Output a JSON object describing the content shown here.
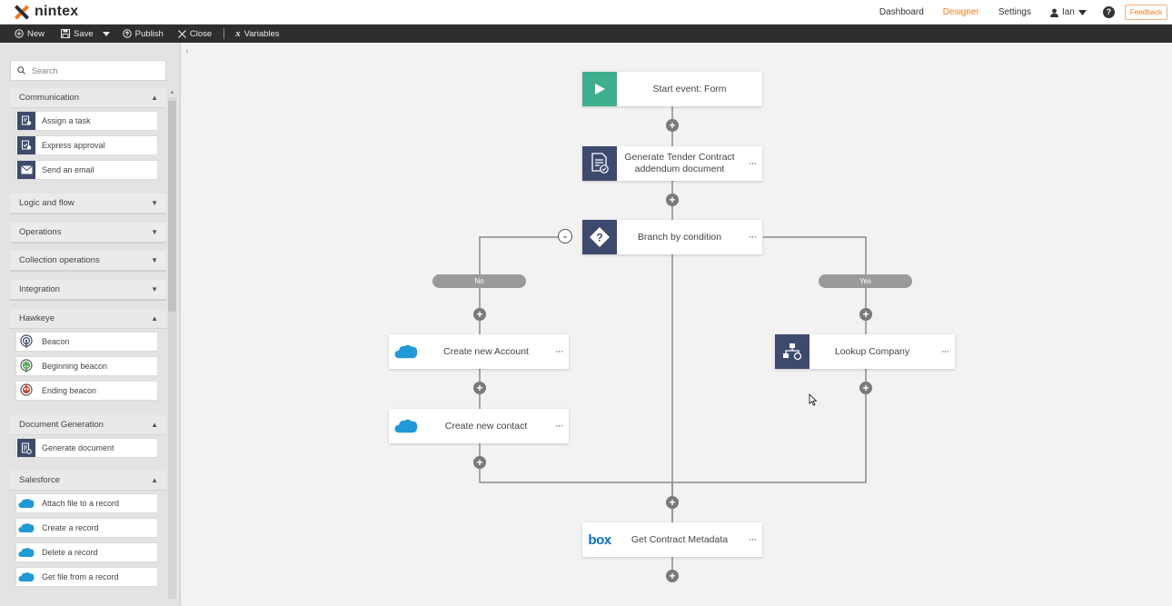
{
  "app": {
    "logo_text": "nintex"
  },
  "topnav": {
    "dashboard": "Dashboard",
    "designer": "Designer",
    "settings": "Settings",
    "user": "Ian",
    "help": "?",
    "feedback": "Feedback",
    "accent": "#f47b20"
  },
  "toolbar": {
    "new": "New",
    "save": "Save",
    "publish": "Publish",
    "close": "Close",
    "variables": "Variables"
  },
  "sidebar": {
    "search_placeholder": "Search",
    "sections": {
      "communication": {
        "title": "Communication",
        "items": [
          "Assign a task",
          "Express approval",
          "Send an email"
        ]
      },
      "logic": {
        "title": "Logic and flow"
      },
      "operations": {
        "title": "Operations"
      },
      "collection": {
        "title": "Collection operations"
      },
      "integration": {
        "title": "Integration"
      },
      "hawkeye": {
        "title": "Hawkeye",
        "items": [
          "Beacon",
          "Beginning beacon",
          "Ending beacon"
        ]
      },
      "docgen": {
        "title": "Document Generation",
        "items": [
          "Generate document"
        ]
      },
      "salesforce": {
        "title": "Salesforce",
        "items": [
          "Attach file to a record",
          "Create a record",
          "Delete a record",
          "Get file from a record"
        ]
      }
    }
  },
  "workflow": {
    "start": "Start event: Form",
    "generate": "Generate Tender Contract addendum document",
    "branch": "Branch by condition",
    "no_label": "No",
    "yes_label": "Yes",
    "create_account": "Create new Account",
    "create_contact": "Create new contact",
    "lookup": "Lookup Company",
    "box_logo": "box",
    "get_metadata": "Get Contract Metadata",
    "menu": "···",
    "colors": {
      "start": "#3fae8e",
      "navy": "#3e4a6d",
      "salesforce": "#1f9ad6",
      "box": "#0a71c5",
      "line": "#8a8a8a"
    }
  }
}
